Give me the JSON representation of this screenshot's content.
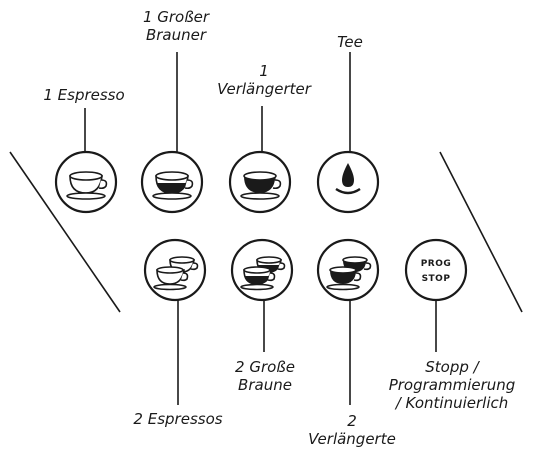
{
  "labels": {
    "espresso_1": [
      "1 Espresso"
    ],
    "grosser_brauner_1": [
      "1 Großer",
      "Brauner"
    ],
    "verlaengerter_1": [
      "1",
      "Verlängerter"
    ],
    "tee": [
      "Tee"
    ],
    "espressos_2": [
      "2 Espressos"
    ],
    "grosse_braune_2": [
      "2 Große",
      "Braune"
    ],
    "verlaengerte_2": [
      "2",
      "Verlängerte"
    ],
    "stopp": [
      "Stopp /",
      "Programmierung",
      "/ Kontinuierlich"
    ]
  },
  "prog_stop_button": {
    "line1": "PROG",
    "line2": "STOP"
  },
  "icons": {
    "espresso_1": "single-cup-empty-icon",
    "grosser_brauner_1": "single-cup-half-filled-icon",
    "verlaengerter_1": "single-cup-filled-icon",
    "tee": "water-drop-icon",
    "espressos_2": "double-cup-empty-icon",
    "grosse_braune_2": "double-cup-half-filled-icon",
    "verlaengerte_2": "double-cup-filled-icon"
  }
}
